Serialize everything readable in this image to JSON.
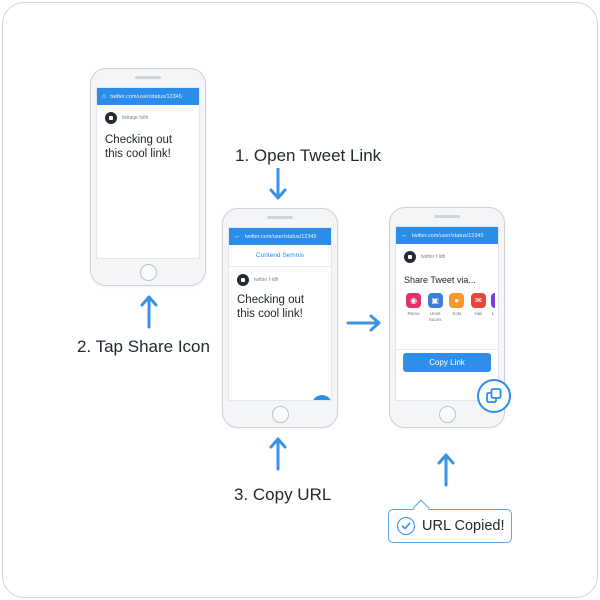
{
  "steps": {
    "step1": "1. Open Tweet Link",
    "step2": "2. Tap Share Icon",
    "step3": "3. Copy URL"
  },
  "phone1": {
    "url": "twitter.com/user/status/12345",
    "username": "twitaqe fxith",
    "tweet_text": "Checking out this cool link!"
  },
  "phone2": {
    "url": "twitter.com/user/status/12345",
    "header": "Contend Semnis",
    "username": "twitter f·idh",
    "tweet_text": "Checking out this cool link!"
  },
  "phone3": {
    "url": "twitter.com/user/status/12345",
    "username": "twitter f·idh",
    "share_title": "Share Tweet via...",
    "apps": [
      {
        "label": "Rtono",
        "color": "#e1306c",
        "icon": "camera-icon"
      },
      {
        "label": "Uniet Suons",
        "color": "#3b7dd8",
        "icon": "photo-icon"
      },
      {
        "label": "Sots",
        "color": "#f39a2b",
        "icon": "chat-icon"
      },
      {
        "label": "Hail",
        "color": "#e8453c",
        "icon": "mail-icon"
      },
      {
        "label": "L",
        "color": "#7b3fd0",
        "icon": "more-icon"
      }
    ],
    "copy_button": "Copy Link"
  },
  "toast": {
    "text": "URL Copied!"
  },
  "colors": {
    "accent": "#2e8ee9",
    "arrow": "#3b93e6"
  }
}
